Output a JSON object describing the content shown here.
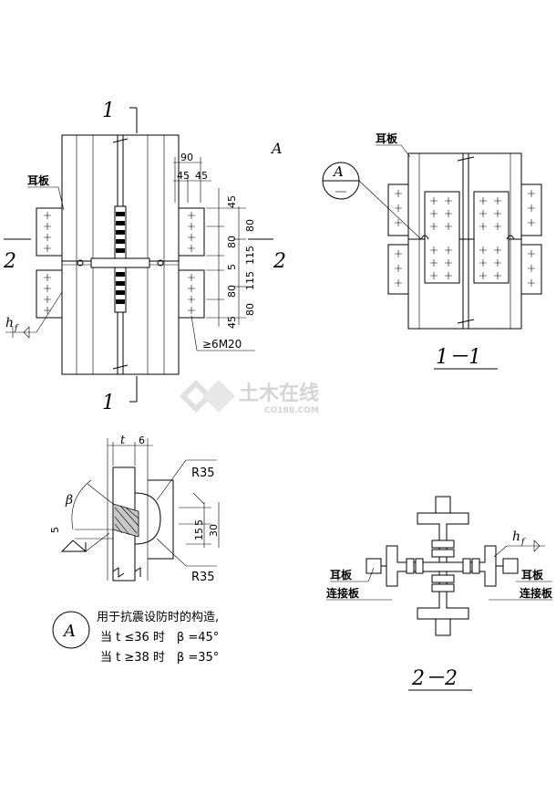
{
  "watermark": {
    "cn": "土木在线",
    "en": "CO188.COM"
  },
  "main_view": {
    "section_mark": "1",
    "side_mark": "2",
    "ear_plate": "耳板",
    "detail_ref": "A",
    "weld_symbol": "h",
    "weld_sub": "f",
    "dims_top": [
      "90",
      "45",
      "45"
    ],
    "dims_right_col1": [
      "45",
      "80",
      "5",
      "80",
      "45"
    ],
    "dims_right_col2": [
      "80",
      "115",
      "115",
      "80"
    ],
    "bolt_note": "≥6M20"
  },
  "section_1_1": {
    "label": "1－1",
    "ear_plate": "耳板",
    "detail_ref": "A"
  },
  "detail_a": {
    "t_label": "t",
    "dim_6": "6",
    "beta": "β",
    "dim_5_left": "5",
    "r_top": "R35",
    "r_bottom": "R35",
    "dim_5_right": "5",
    "dim_15": "15",
    "dim_30": "30",
    "mark": "A",
    "note_line1": "用于抗震设防时的构造,",
    "note_line2": "当 t ≤36 时　β =45°",
    "note_line3": "当 t ≥38 时　β =35°"
  },
  "section_2_2": {
    "label": "2－2",
    "left_label1": "耳板",
    "left_label2": "连接板",
    "right_label1": "耳板",
    "right_label2": "连接板",
    "weld_symbol": "h",
    "weld_sub": "f"
  }
}
